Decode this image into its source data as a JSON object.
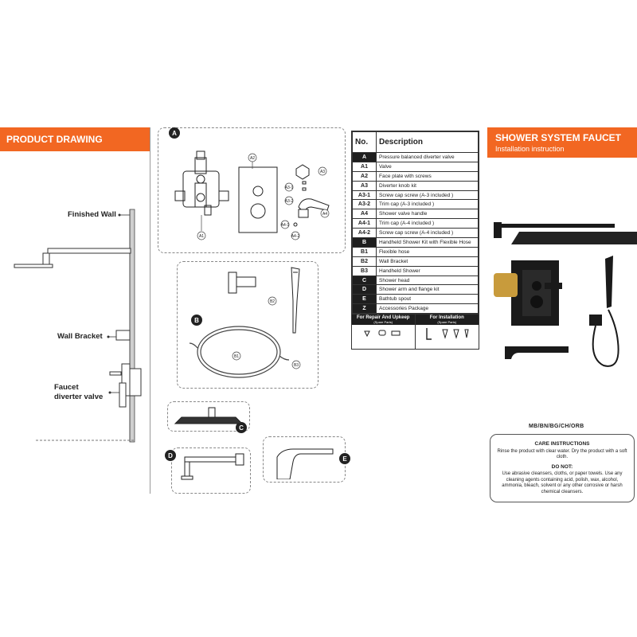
{
  "left_banner": {
    "title": "PRODUCT DRAWING"
  },
  "right_banner": {
    "title": "SHOWER SYSTEM FAUCET",
    "subtitle": "Installation instruction"
  },
  "drawing_labels": {
    "finished_wall": "Finished Wall",
    "wall_bracket": "Wall Bracket",
    "faucet_diverter": [
      "Faucet",
      "diverter valve"
    ]
  },
  "parts_badges": [
    "A",
    "B",
    "C",
    "D",
    "E"
  ],
  "part_callouts": [
    "A1",
    "A2",
    "A3",
    "A3-1",
    "A3-2",
    "A4",
    "A4-1",
    "A4-2",
    "B1",
    "B2",
    "B3"
  ],
  "table": {
    "headers": [
      "No.",
      "Description"
    ],
    "rows": [
      {
        "code": "A",
        "desc": "Pressure balanced diverter valve",
        "dark": true
      },
      {
        "code": "A1",
        "desc": "Valve",
        "dark": false
      },
      {
        "code": "A2",
        "desc": "Face plate with screws",
        "dark": false
      },
      {
        "code": "A3",
        "desc": "Diverter knob kit",
        "dark": false
      },
      {
        "code": "A3-1",
        "desc": "Screw cap screw (A-3 included )",
        "dark": false
      },
      {
        "code": "A3-2",
        "desc": "Trim cap (A-3 included )",
        "dark": false
      },
      {
        "code": "A4",
        "desc": "Shower valve handle",
        "dark": false
      },
      {
        "code": "A4-1",
        "desc": "Trim cap (A-4 included )",
        "dark": false
      },
      {
        "code": "A4-2",
        "desc": "Screw cap screw (A-4 included )",
        "dark": false
      },
      {
        "code": "B",
        "desc": "Handheld Shower Kit with Flexible Hose",
        "dark": true
      },
      {
        "code": "B1",
        "desc": "Flexible hose",
        "dark": false
      },
      {
        "code": "B2",
        "desc": "Wall Bracket",
        "dark": false
      },
      {
        "code": "B3",
        "desc": "Handheld  Shower",
        "dark": false
      },
      {
        "code": "C",
        "desc": "Shower head",
        "dark": true
      },
      {
        "code": "D",
        "desc": "Shower arm and flange kit",
        "dark": true
      },
      {
        "code": "E",
        "desc": "Bathtub spout",
        "dark": true
      },
      {
        "code": "Z",
        "desc": "Accessories Package",
        "dark": true
      }
    ],
    "footer_left": "For Repair And Upkeep",
    "footer_left_sub": "(Spare Parts)",
    "footer_right": "For Installation",
    "footer_right_sub": "(Spare Parts)"
  },
  "finishes": "MB/BN/BG/CH/ORB",
  "care": {
    "title": "CARE INSTRUCTIONS",
    "text": "Rinse the product with clear water. Dry the product with a soft cloth.",
    "donot_title": "DO NOT:",
    "donot_text": "Use abrasive cleansers, cloths, or paper towels. Use any cleaning agents containing acid, polish, wax, alcohol, ammonia, bleach, solvent or any other corrosive or harsh chemical cleansers."
  },
  "colors": {
    "accent": "#f26722",
    "dark": "#1e1e1e",
    "line": "#888888"
  }
}
